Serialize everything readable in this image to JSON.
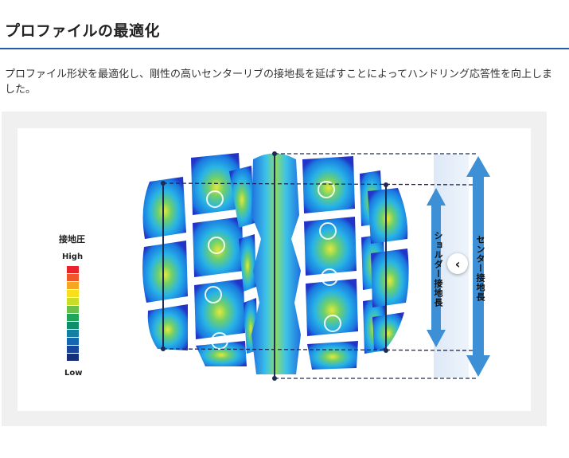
{
  "section": {
    "title": "プロファイルの最適化",
    "description": "プロファイル形状を最適化し、剛性の高いセンターリブの接地長を延ばすことによってハンドリング応答性を向上しました。"
  },
  "figure": {
    "legend": {
      "title": "接地圧",
      "high_label": "High",
      "low_label": "Low",
      "colors": [
        "#e8242a",
        "#f0582a",
        "#f5a623",
        "#f7e01b",
        "#c8de26",
        "#6cc04a",
        "#1fa55b",
        "#0c8f6a",
        "#147fa0",
        "#1467b0",
        "#18469a",
        "#142e78"
      ]
    },
    "shoulder_label": "ショルダー接地長",
    "center_label": "センター接地長",
    "nav_button": "‹",
    "colors": {
      "accent": "#1f5fa8",
      "arrow": "#3d8fd6"
    }
  }
}
